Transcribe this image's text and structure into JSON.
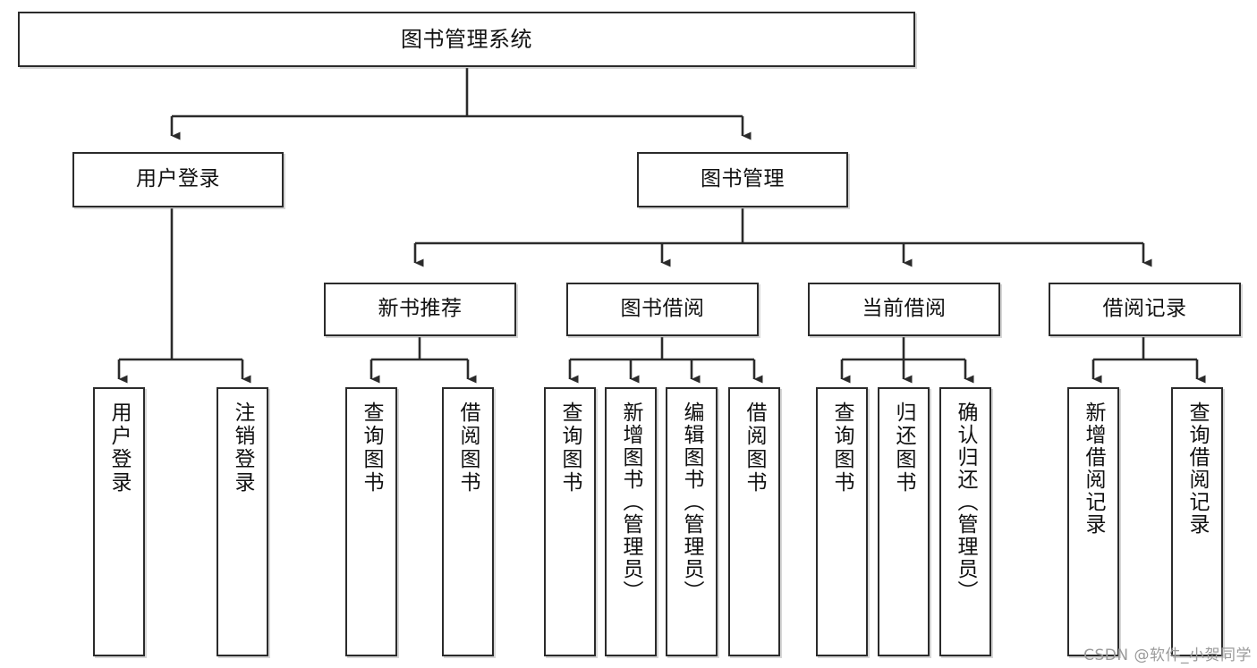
{
  "diagram": {
    "title": "图书管理系统",
    "type": "tree-hierarchy",
    "orientation": "top-down",
    "line_color": "#2b2b2b",
    "box_fill": "#ffffff",
    "text_color": "#111111"
  },
  "watermark": {
    "text": "CSDN @软件_小贺同学",
    "color": "#9a9a9a"
  },
  "nodes": {
    "root": {
      "label": "图书管理系统"
    },
    "level2": [
      {
        "label": "用户登录"
      },
      {
        "label": "图书管理"
      }
    ],
    "level3": [
      {
        "label": "新书推荐"
      },
      {
        "label": "图书借阅"
      },
      {
        "label": "当前借阅"
      },
      {
        "label": "借阅记录"
      }
    ],
    "leaves": {
      "user_login": [
        {
          "label": "用户登录"
        },
        {
          "label": "注销登录"
        }
      ],
      "new_book_recommend": [
        {
          "label": "查询图书"
        },
        {
          "label": "借阅图书"
        }
      ],
      "book_borrow": [
        {
          "label": "查询图书"
        },
        {
          "label": "新增图书（管理员）"
        },
        {
          "label": "编辑图书（管理员）"
        },
        {
          "label": "借阅图书"
        }
      ],
      "current_borrow": [
        {
          "label": "查询图书"
        },
        {
          "label": "归还图书"
        },
        {
          "label": "确认归还（管理员）"
        }
      ],
      "borrow_record": [
        {
          "label": "新增借阅记录"
        },
        {
          "label": "查询借阅记录"
        }
      ]
    }
  }
}
